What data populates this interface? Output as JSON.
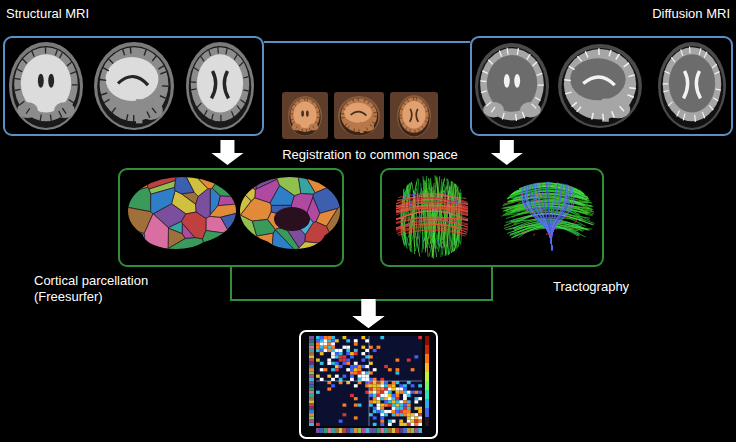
{
  "diagram": {
    "nodes": [
      {
        "text": [
          "Structural MRI"
        ]
      },
      {
        "text": [
          "Diffusion MRI"
        ]
      },
      {
        "text": [
          "Cortical parcellation (Freesurfer)"
        ]
      },
      {
        "text": [
          "Tractography"
        ]
      },
      {
        "text": []
      }
    ],
    "edges": [
      {
        "from": 0,
        "to": 1,
        "arrow": "none"
      },
      {
        "from": 0,
        "to": 2,
        "arrow": "to"
      },
      {
        "from": 1,
        "to": 3,
        "arrow": "to"
      },
      {
        "from": 2,
        "to": 4,
        "arrow": "to"
      },
      {
        "from": 3,
        "to": 4,
        "arrow": "to"
      }
    ],
    "labels": [
      "Registration to common space"
    ]
  }
}
